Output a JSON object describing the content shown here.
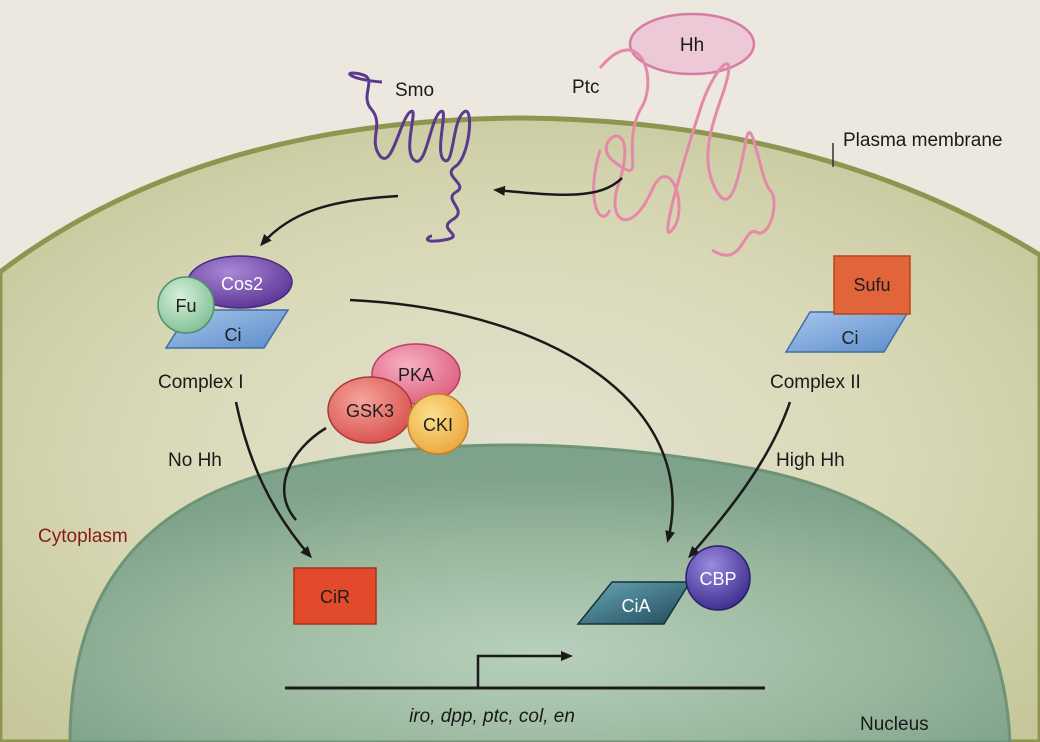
{
  "labels": {
    "smo": "Smo",
    "ptc": "Ptc",
    "hh": "Hh",
    "plasma_membrane": "Plasma membrane",
    "cytoplasm": "Cytoplasm",
    "nucleus": "Nucleus",
    "complex_1": "Complex I",
    "complex_2": "Complex II",
    "no_hh": "No Hh",
    "high_hh": "High Hh",
    "genes": "iro, dpp, ptc, col, en"
  },
  "molecules": {
    "cos2": "Cos2",
    "fu": "Fu",
    "ci_1": "Ci",
    "ci_2": "Ci",
    "sufu": "Sufu",
    "pka": "PKA",
    "gsk3": "GSK3",
    "cki": "CKI",
    "cir": "CiR",
    "cia": "CiA",
    "cbp": "CBP"
  },
  "colors": {
    "cell": "#a8b06c",
    "nucleus": "#86a890",
    "smo": "#5b3a8c",
    "ptc": "#e48aa8",
    "hh": "#e2a6be",
    "cos2": "#6a3fa0",
    "fu": "#9ccfac",
    "ci": "#6d9fd3",
    "sufu": "#e2643a",
    "pka": "#e06f8a",
    "gsk3": "#e05a56",
    "cki": "#f2b84e",
    "cir": "#e24a2c",
    "cia": "#3d7a8a",
    "cbp": "#4b3a9c"
  }
}
